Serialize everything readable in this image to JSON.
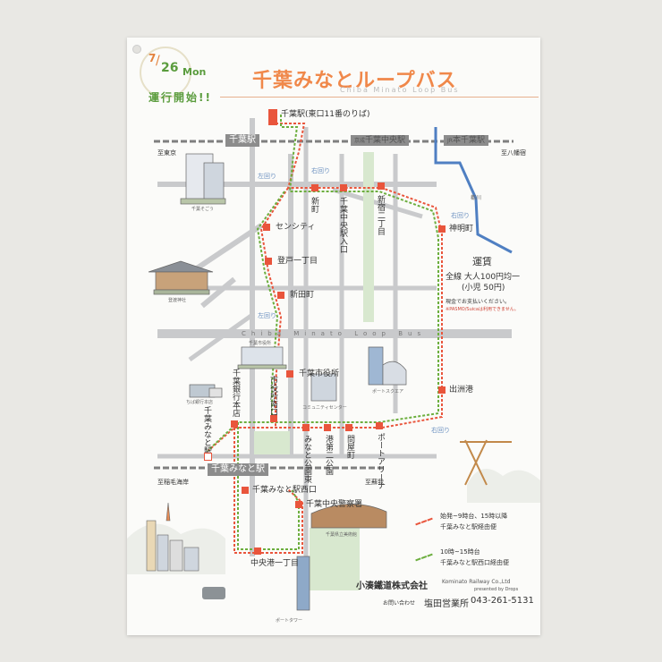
{
  "header": {
    "date_month": "7",
    "date_day": "26",
    "date_weekday": "Mon",
    "start_text": "運行開始!!",
    "title": "千葉みなとループバス",
    "title_roman": "Chiba Minato Loop Bus"
  },
  "stations": {
    "chiba": "千葉駅",
    "chiba_note": "至東京",
    "keisei_chibachuo": "京成千葉中央駅",
    "keisei_prefix": "京成",
    "keisei_name": "千葉中央駅",
    "honchiba": "本千葉駅",
    "honchiba_prefix": "JR",
    "honchiba_note": "至八幡宿",
    "chibaminato": "千葉みなと駅",
    "chibaminato_note": "至稲毛海岸",
    "soga_note": "至蘇我"
  },
  "road_label": "Chiba Minato Loop Bus",
  "river_label": "都川",
  "stops": [
    "千葉駅(東口11番のりば)",
    "新町",
    "千葉中央駅入口",
    "新宿二丁目",
    "神明町",
    "センシティ",
    "登戸一丁目",
    "新田町",
    "千葉市役所",
    "市役所南口",
    "千葉銀行本店",
    "千葉みなと駅",
    "出洲港",
    "みなと公園東",
    "港第二公園",
    "問屋町",
    "ポートアリーナ",
    "千葉みなと駅西口",
    "千葉中央警察署",
    "中央港一丁目"
  ],
  "landmarks": {
    "sogo": "千葉そごう",
    "shrine": "登渡神社",
    "cityhall": "千葉市役所",
    "chibabank": "ちば銀行本店",
    "portsquare": "ポートスクエア",
    "community": "コミュニティセンター",
    "museum": "千葉県立美術館",
    "porttower": "ポートタワー"
  },
  "direction_label": "右回り",
  "direction_label_left": "左回り",
  "fare": {
    "title": "運賃",
    "line1": "全線 大人100円均一",
    "line2": "(小児 50円)",
    "line3": "現金でお支払いください。",
    "line4": "※PASMO/Suicaは利用できません。"
  },
  "legend": {
    "item1_line1": "始発~9時台、15時以降",
    "item1_line2": "千葉みなと駅経由便",
    "item2_line1": "10時~15時台",
    "item2_line2": "千葉みなと駅西口経由便"
  },
  "company": {
    "name": "小湊鐵道株式会社",
    "name_en": "Kominato Railway Co.,Ltd",
    "presented": "presented by Drops",
    "contact_label": "お問い合わせ",
    "office": "塩田営業所",
    "phone": "043-261-5131"
  },
  "colors": {
    "route_orange": "#e9553c",
    "route_green": "#6cae3e",
    "road_gray": "#c9cacc",
    "river_blue": "#4f7fc2",
    "title_orange": "#f0884a"
  }
}
